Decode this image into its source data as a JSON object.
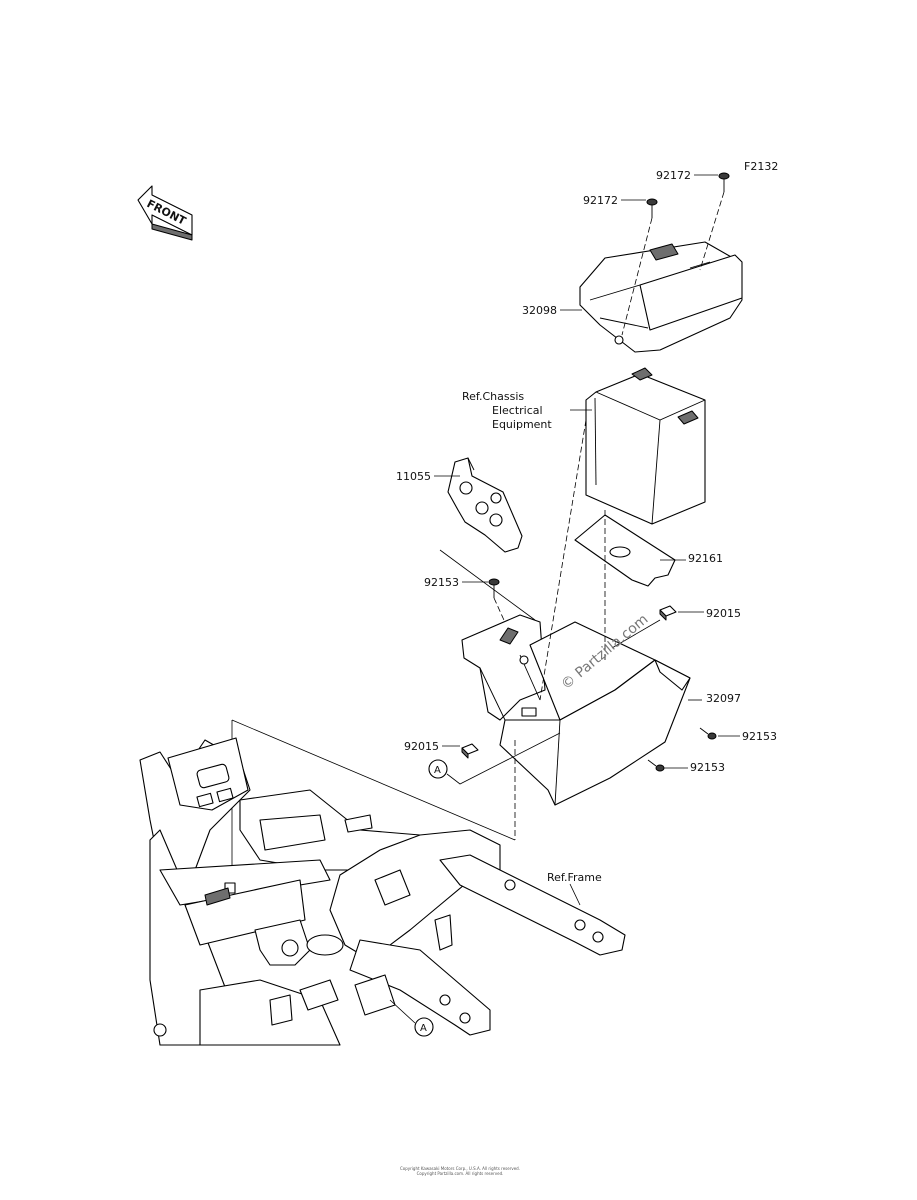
{
  "diagram": {
    "figure_code": "F2132",
    "front_label": "FRONT",
    "callouts": {
      "cover_bolt_right": "92172",
      "cover_bolt_left": "92172",
      "battery_cover": "32098",
      "ref_chassis_electrical": "Ref.Chassis\nElectrical\nEquipment",
      "bracket": "11055",
      "pad": "92161",
      "bolt_upper": "92153",
      "nut_right": "92015",
      "battery_case": "32097",
      "bolt_right": "92153",
      "nut_left": "92015",
      "bolt_lower": "92153",
      "ref_frame": "Ref.Frame",
      "marker_case": "A",
      "marker_frame": "A"
    },
    "watermark": "© Partzilla.com"
  },
  "footer": {
    "line1": "Copyright Kawasaki Motors Corp., U.S.A. All rights reserved.",
    "line2": "Copyright Partzilla.com. All rights reserved."
  }
}
